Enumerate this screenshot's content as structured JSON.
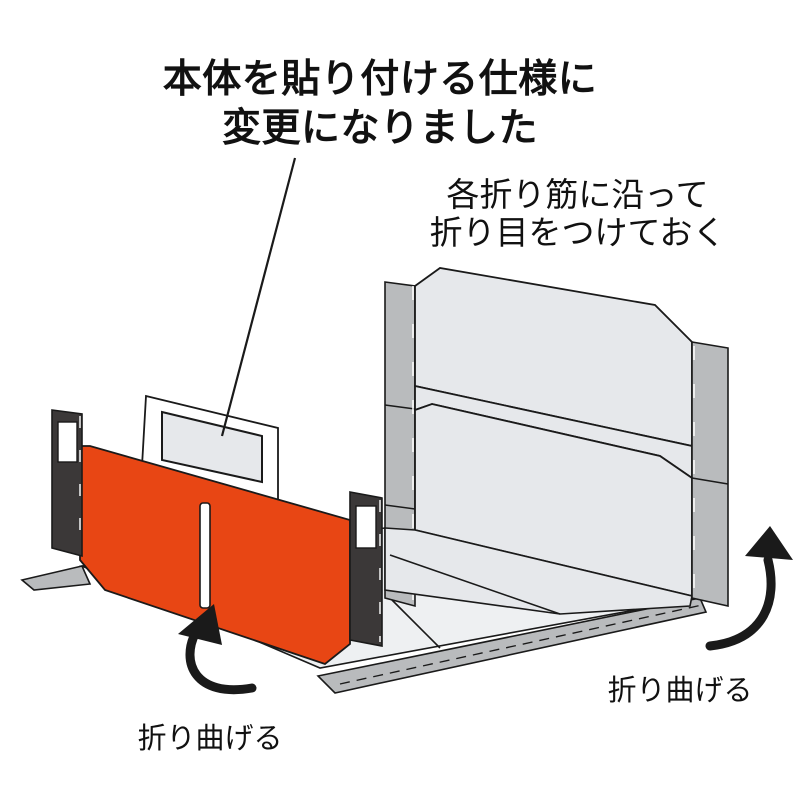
{
  "callouts": {
    "main_note": {
      "line1": "本体を貼り付ける仕様に",
      "line2": "変更になりました"
    },
    "crease_note": {
      "line1": "各折り筋に沿って",
      "line2": "折り目をつけておく"
    },
    "fold_right": "折り曲げる",
    "fold_left": "折り曲げる"
  },
  "colors": {
    "orange_panel": "#e84614",
    "gray_flap": "#b9bbbd",
    "light_panel": "#e6e8eb",
    "dark_tab": "#3b3838",
    "outline": "#1a1a1a"
  },
  "icons": {
    "fold_arrow_right": "curved-arrow-up-icon",
    "fold_arrow_left": "curved-arrow-up-icon"
  }
}
